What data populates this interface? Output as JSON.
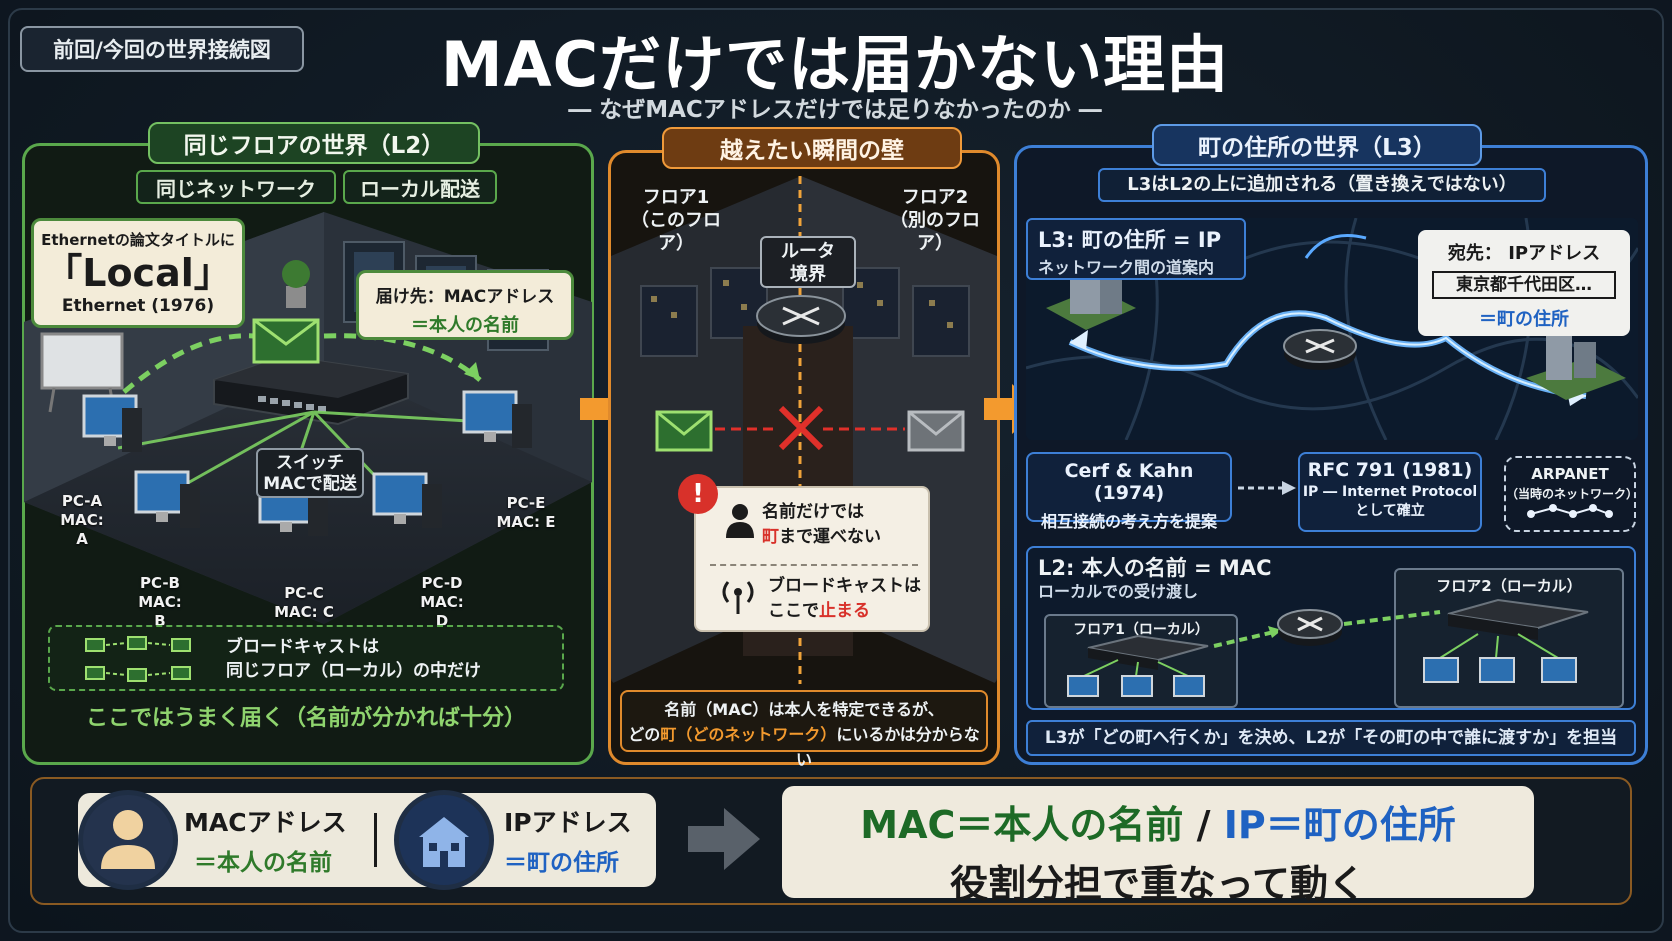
{
  "tag": "前回/今回の世界接続図",
  "title": "MACだけでは届かない理由",
  "subtitle": "― なぜMACアドレスだけでは足りなかったのか ―",
  "left": {
    "heading": "同じフロアの世界（L2）",
    "chips": [
      "同じネットワーク",
      "ローカル配送"
    ],
    "callout_title_line1": "Ethernetの論文タイトルに",
    "callout_title_word": "「Local」",
    "callout_title_line3": "Ethernet (1976)",
    "dest_line1": "届け先：MACアドレス",
    "dest_line2": "＝本人の名前",
    "switch_line1": "スイッチ",
    "switch_line2": "MACで配送",
    "pcs": [
      {
        "name": "PC-A",
        "mac": "MAC: A"
      },
      {
        "name": "PC-B",
        "mac": "MAC: B"
      },
      {
        "name": "PC-C",
        "mac": "MAC: C"
      },
      {
        "name": "PC-D",
        "mac": "MAC: D"
      },
      {
        "name": "PC-E",
        "mac": "MAC: E"
      }
    ],
    "broadcast_line1": "ブロードキャストは",
    "broadcast_line2": "同じフロア（ローカル）の中だけ",
    "footer": "ここではうまく届く（名前が分かれば十分）"
  },
  "middle": {
    "heading": "越えたい瞬間の壁",
    "floor1_line1": "フロア1",
    "floor1_line2": "（このフロア）",
    "floor2_line1": "フロア2",
    "floor2_line2": "（別のフロア）",
    "router_line1": "ルータ",
    "router_line2": "境界",
    "warn_line1": "名前だけでは",
    "warn_line2_hl": "町",
    "warn_line2_rest": "まで運べない",
    "bc_line1": "ブロードキャストは",
    "bc_line2_pre": "ここで",
    "bc_line2_hl": "止まる",
    "footer_line1": "名前（MAC）は本人を特定できるが、",
    "footer_line2_pre": "どの",
    "footer_line2_hl": "町（どのネットワーク）",
    "footer_line2_post": "にいるかは分からない"
  },
  "right": {
    "heading": "町の住所の世界（L3）",
    "sub": "L3はL2の上に追加される（置き換えではない）",
    "l3_title": "L3: 町の住所 = IP",
    "l3_sub": "ネットワーク間の道案内",
    "dest_label": "宛先： IPアドレス",
    "dest_addr": "東京都千代田区…",
    "dest_eq": "＝町の住所",
    "cerf_line1": "Cerf & Kahn (1974)",
    "cerf_line2": "相互接続の考え方を提案",
    "rfc_line1": "RFC 791 (1981)",
    "rfc_line2": "IP ― Internet Protocol",
    "rfc_line3": "として確立",
    "arpa_line1": "ARPANET",
    "arpa_line2": "（当時のネットワーク）",
    "l2_title": "L2: 本人の名前 = MAC",
    "l2_sub": "ローカルでの受け渡し",
    "floor1": "フロア1（ローカル）",
    "floor2": "フロア2（ローカル）",
    "footer": "L3が「どの町へ行くか」を決め、L2が「その町の中で誰に渡すか」を担当"
  },
  "bottom": {
    "mac_line1": "MACアドレス",
    "mac_line2": "＝本人の名前",
    "ip_line1": "IPアドレス",
    "ip_line2": "＝町の住所",
    "summary_mac": "MAC＝本人の名前",
    "summary_sep": " / ",
    "summary_ip": "IP＝町の住所",
    "summary_line2": "役割分担で重なって動く"
  },
  "colors": {
    "green": "#5aa84c",
    "orange": "#e08a2c",
    "blue": "#3d7fd6",
    "red": "#e0302a"
  }
}
